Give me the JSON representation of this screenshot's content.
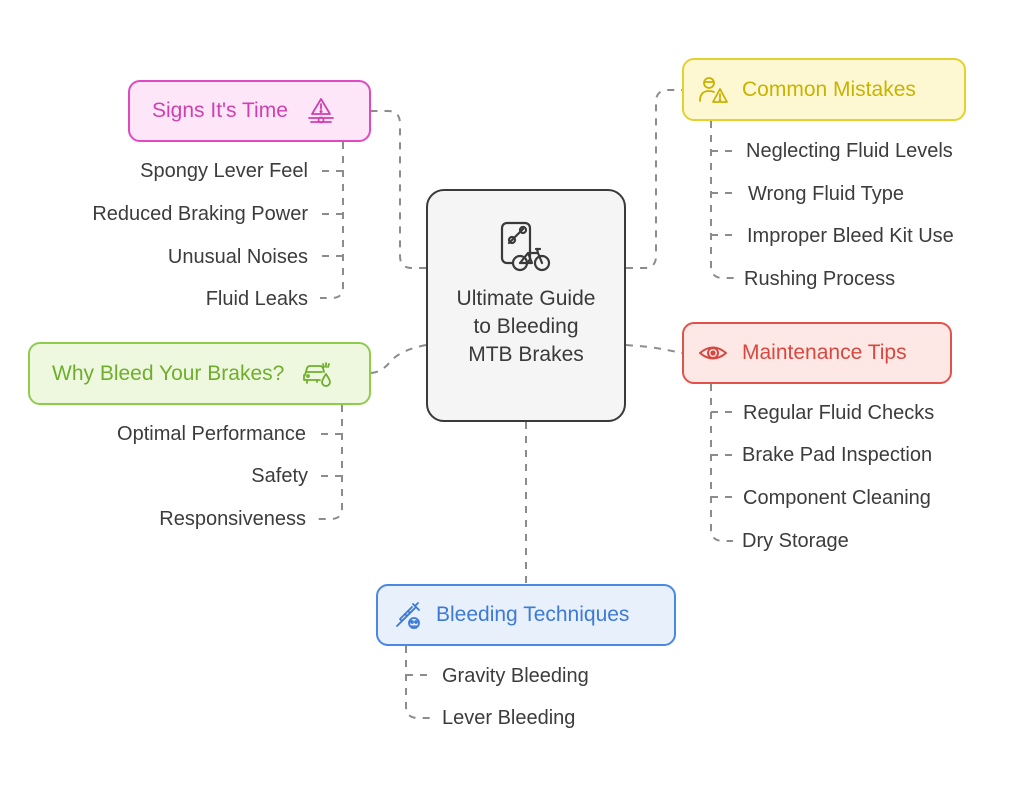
{
  "center": {
    "title": "Ultimate Guide to Bleeding MTB Brakes",
    "icon": "phone-bike-icon"
  },
  "branches": {
    "signs": {
      "label": "Signs It's Time",
      "icon": "warning-alarm-icon",
      "color": "#e048c4",
      "items": [
        "Spongy Lever Feel",
        "Reduced Braking Power",
        "Unusual Noises",
        "Fluid Leaks"
      ]
    },
    "why": {
      "label": "Why Bleed Your Brakes?",
      "icon": "car-fluid-icon",
      "color": "#8fcc4a",
      "items": [
        "Optimal Performance",
        "Safety",
        "Responsiveness"
      ]
    },
    "mistakes": {
      "label": "Common Mistakes",
      "icon": "person-warning-icon",
      "color": "#e3d22e",
      "items": [
        "Neglecting Fluid Levels",
        "Wrong Fluid Type",
        "Improper Bleed Kit Use",
        "Rushing Process"
      ]
    },
    "maintenance": {
      "label": "Maintenance Tips",
      "icon": "eye-icon",
      "color": "#e2524a",
      "items": [
        "Regular Fluid Checks",
        "Brake Pad Inspection",
        "Component Cleaning",
        "Dry Storage"
      ]
    },
    "techniques": {
      "label": "Bleeding Techniques",
      "icon": "syringe-skull-icon",
      "color": "#4a88e6",
      "items": [
        "Gravity Bleeding",
        "Lever Bleeding"
      ]
    }
  }
}
